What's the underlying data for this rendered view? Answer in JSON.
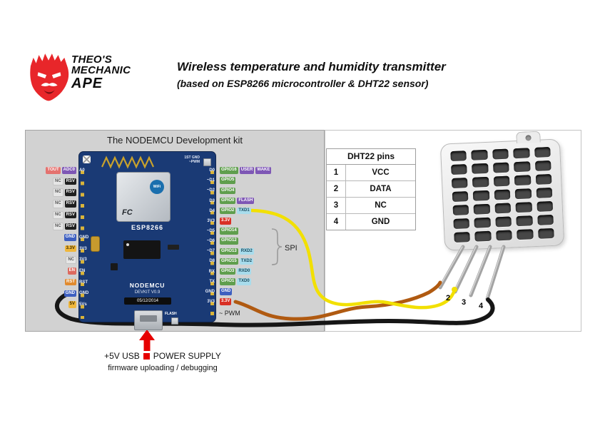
{
  "logo": {
    "line1": "THEO'S",
    "line2": "MECHANIC",
    "line3": "APE"
  },
  "header": {
    "title": "Wireless temperature and humidity transmitter",
    "subtitle": "(based on ESP8266 microcontroller & DHT22 sensor)"
  },
  "diagram": {
    "panel_title": "The NODEMCU Development kit",
    "board": {
      "legend_line1": "1ST GND",
      "legend_line2": "~PWM",
      "fcc_mark": "FC",
      "wifi_mark": "WiFi",
      "module_name": "ESP8266",
      "brand": "NODEMCU",
      "devkit": "DEVKIT V0.9",
      "date": "05/12/2014",
      "flash_label": "FLASH",
      "left_rows": [
        {
          "pin": "A0",
          "chips": [
            {
              "t": "TOUT",
              "c": "pink"
            },
            {
              "t": "ADC0",
              "c": "purple"
            }
          ]
        },
        {
          "pin": "",
          "chips": [
            {
              "t": "NC",
              "c": "gray"
            },
            {
              "t": "RSV",
              "c": "black"
            }
          ]
        },
        {
          "pin": "",
          "chips": [
            {
              "t": "NC",
              "c": "gray"
            },
            {
              "t": "RSV",
              "c": "black"
            }
          ]
        },
        {
          "pin": "",
          "chips": [
            {
              "t": "NC",
              "c": "gray"
            },
            {
              "t": "RSV",
              "c": "black"
            }
          ]
        },
        {
          "pin": "",
          "chips": [
            {
              "t": "NC",
              "c": "gray"
            },
            {
              "t": "RSV",
              "c": "black"
            }
          ]
        },
        {
          "pin": "",
          "chips": [
            {
              "t": "NC",
              "c": "gray"
            },
            {
              "t": "RSV",
              "c": "black"
            }
          ]
        },
        {
          "pin": "GND",
          "chips": [
            {
              "t": "GND",
              "c": "blue"
            }
          ]
        },
        {
          "pin": "3V3",
          "chips": [
            {
              "t": "3.3V",
              "c": "yellow"
            }
          ]
        },
        {
          "pin": "3V3",
          "chips": [
            {
              "t": "NC",
              "c": "gray"
            }
          ]
        },
        {
          "pin": "EN",
          "chips": [
            {
              "t": "EN",
              "c": "salmon"
            }
          ]
        },
        {
          "pin": "RST",
          "chips": [
            {
              "t": "RST",
              "c": "orange"
            }
          ]
        },
        {
          "pin": "GND",
          "chips": [
            {
              "t": "GND",
              "c": "blue"
            }
          ]
        },
        {
          "pin": "5Vs",
          "chips": [
            {
              "t": "5V",
              "c": "yellow"
            }
          ]
        }
      ],
      "right_rows": [
        {
          "pin": "D0",
          "chips": [
            {
              "t": "GPIO16",
              "c": "green"
            },
            {
              "t": "USER",
              "c": "purple"
            },
            {
              "t": "WAKE",
              "c": "purple"
            }
          ]
        },
        {
          "pin": "~D1",
          "chips": [
            {
              "t": "GPIO5",
              "c": "green"
            }
          ]
        },
        {
          "pin": "~D2",
          "chips": [
            {
              "t": "GPIO4",
              "c": "green"
            }
          ]
        },
        {
          "pin": "D3",
          "chips": [
            {
              "t": "GPIO0",
              "c": "green"
            },
            {
              "t": "FLASH",
              "c": "purple"
            }
          ]
        },
        {
          "pin": "D4",
          "chips": [
            {
              "t": "GPIO2",
              "c": "green"
            },
            {
              "t": "TXD1",
              "c": "cyan"
            }
          ]
        },
        {
          "pin": "3V3",
          "chips": [
            {
              "t": "3.3V",
              "c": "red"
            }
          ]
        },
        {
          "pin": "~D5",
          "chips": [
            {
              "t": "GPIO14",
              "c": "green"
            }
          ]
        },
        {
          "pin": "~D6",
          "chips": [
            {
              "t": "GPIO12",
              "c": "green"
            }
          ]
        },
        {
          "pin": "~D7",
          "chips": [
            {
              "t": "GPIO13",
              "c": "green"
            },
            {
              "t": "RXD2",
              "c": "cyan"
            }
          ]
        },
        {
          "pin": "D8",
          "chips": [
            {
              "t": "GPIO15",
              "c": "green"
            },
            {
              "t": "TXD2",
              "c": "cyan"
            }
          ]
        },
        {
          "pin": "RX",
          "chips": [
            {
              "t": "GPIO3",
              "c": "green"
            },
            {
              "t": "RXD0",
              "c": "cyan"
            }
          ]
        },
        {
          "pin": "TX",
          "chips": [
            {
              "t": "GPIO1",
              "c": "green"
            },
            {
              "t": "TXD0",
              "c": "cyan"
            }
          ]
        },
        {
          "pin": "GND",
          "chips": [
            {
              "t": "GND",
              "c": "blue"
            }
          ]
        },
        {
          "pin": "3V3",
          "chips": [
            {
              "t": "3.3V",
              "c": "red"
            }
          ]
        }
      ]
    },
    "spi_label": "SPI",
    "pwm_note": "~ PWM",
    "dht22_table": {
      "title": "DHT22 pins",
      "rows": [
        {
          "num": "1",
          "name": "VCC"
        },
        {
          "num": "2",
          "name": "DATA"
        },
        {
          "num": "3",
          "name": "NC"
        },
        {
          "num": "4",
          "name": "GND"
        }
      ]
    },
    "sensor": {
      "pin_numbers": [
        "2",
        "3",
        "4"
      ]
    },
    "wires": [
      {
        "name": "data-wire",
        "color": "#f2e000"
      },
      {
        "name": "power-wire",
        "color": "#b05a11"
      },
      {
        "name": "ground-wire",
        "color": "#161616"
      }
    ]
  },
  "footer": {
    "arrow_color": "#e60000",
    "line1_prefix": "+5V USB",
    "line1_suffix": "POWER SUPPLY",
    "line2": "firmware uploading / debugging"
  }
}
